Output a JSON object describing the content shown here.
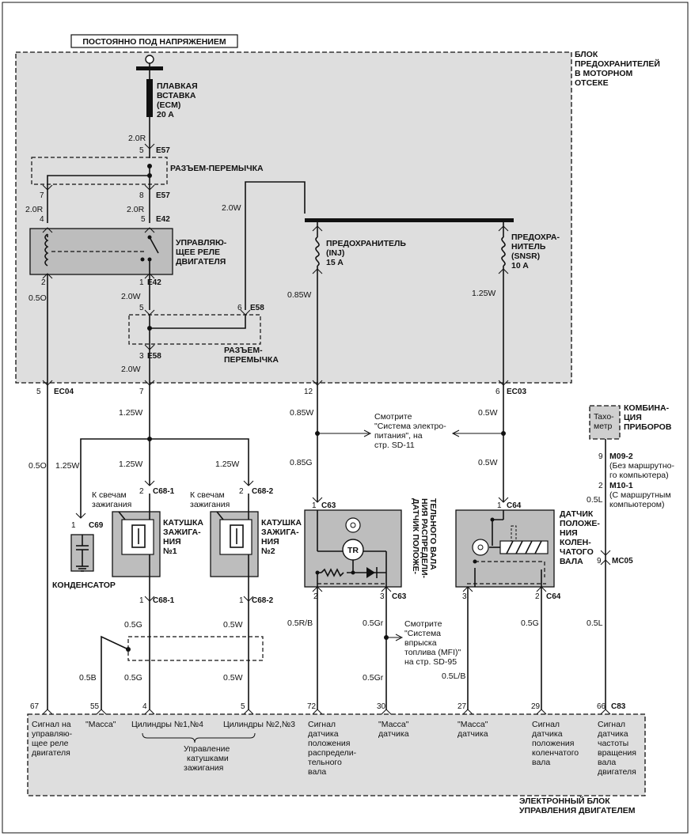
{
  "header_box": "ПОСТОЯННО ПОД НАПРЯЖЕНИЕМ",
  "fuse_box_label": [
    "БЛОК",
    "ПРЕДОХРАНИТЕЛЕЙ",
    "В МОТОРНОМ",
    "ОТСЕКЕ"
  ],
  "fusible_link": [
    "ПЛАВКАЯ",
    "ВСТАВКА",
    "(ECM)",
    "20 A"
  ],
  "jumper1_label": "РАЗЪЕМ-ПЕРЕМЫЧКА",
  "jumper2_label": [
    "РАЗЪЕМ-",
    "ПЕРЕМЫЧКА"
  ],
  "relay_label": [
    "УПРАВЛЯЮ-",
    "ЩЕЕ РЕЛЕ",
    "ДВИГАТЕЛЯ"
  ],
  "fuse_inj": [
    "ПРЕДОХРАНИТЕЛЬ",
    "(INJ)",
    "15 A"
  ],
  "fuse_snsr": [
    "ПРЕДОХРА-",
    "НИТЕЛЬ",
    "(SNSR)",
    "10 A"
  ],
  "see_power": [
    "Смотрите",
    "\"Система электро-",
    "питания\", на",
    "стр. SD-11"
  ],
  "see_mfi": [
    "Смотрите",
    "\"Система",
    "впрыска",
    "топлива (MFI)\"",
    "на стр. SD-95"
  ],
  "spark_plugs": [
    "К свечам",
    "зажигания"
  ],
  "coil1": [
    "КАТУШКА",
    "ЗАЖИГА-",
    "НИЯ",
    "№1"
  ],
  "coil2": [
    "КАТУШКА",
    "ЗАЖИГА-",
    "НИЯ",
    "№2"
  ],
  "condenser": "КОНДЕНСАТОР",
  "cam_sensor": [
    "ДАТЧИК ПОЛОЖЕ-",
    "НИЯ РАСПРЕДЕЛИ-",
    "ТЕЛЬНОГО ВАЛА"
  ],
  "crank_sensor": [
    "ДАТЧИК",
    "ПОЛОЖЕ-",
    "НИЯ",
    "КОЛЕН-",
    "ЧАТОГО",
    "ВАЛА"
  ],
  "cluster": [
    "КОМБИНА-",
    "ЦИЯ",
    "ПРИБОРОВ"
  ],
  "tacho": [
    "Taxo-",
    "метр"
  ],
  "m09": [
    "M09-2",
    "(Без маршрутно-",
    "го компьютера)"
  ],
  "m10": [
    "M10-1",
    "(С маршрутным",
    "компьютером)"
  ],
  "tr_label": "TR",
  "ecm_label": [
    "ЭЛЕКТРОННЫЙ БЛОК",
    "УПРАВЛЕНИЯ ДВИГАТЕЛЕМ"
  ],
  "ecm_terms": {
    "t67": [
      "Сигнал на",
      "управляю-",
      "щее реле",
      "двигателя"
    ],
    "t55": "\"Масса\"",
    "t4": "Цилиндры №1,№4",
    "t5": "Цилиндры №2,№3",
    "coil_ctrl": [
      "Управление",
      "катушками",
      "зажигания"
    ],
    "t72": [
      "Сигнал",
      "датчика",
      "положения",
      "распредели-",
      "тельного",
      "вала"
    ],
    "t30": [
      "\"Масса\"",
      "датчика"
    ],
    "t27": [
      "\"Масса\"",
      "датчика"
    ],
    "t29": [
      "Сигнал",
      "датчика",
      "положения",
      "коленчатого",
      "вала"
    ],
    "t66": [
      "Сигнал",
      "датчика",
      "частоты",
      "вращения",
      "вала",
      "двигателя"
    ]
  },
  "wires": {
    "w1": "2.0R",
    "w2": "2.0R",
    "w3": "2.0R",
    "w4": "2.0W",
    "w5": "0.5O",
    "w6": "2.0W",
    "w7": "2.0W",
    "w8": "0.85W",
    "w9": "1.25W",
    "w10": "1.25W",
    "w11": "0.85W",
    "w12": "0.5W",
    "w13": "0.5O",
    "w14": "1.25W",
    "w15": "1.25W",
    "w16": "1.25W",
    "w17": "0.85G",
    "w18": "0.5W",
    "w19": "0.5L",
    "w20": "0.5G",
    "w21": "0.5W",
    "w22": "0.5R/B",
    "w23": "0.5Gr",
    "w24": "0.5G",
    "w25": "0.5L",
    "w26": "0.5B",
    "w27": "0.5G",
    "w28": "0.5W",
    "w29": "0.5Gr",
    "w30": "0.5L/B"
  },
  "connectors": {
    "E57": "E57",
    "E42": "E42",
    "E58": "E58",
    "EC04": "EC04",
    "EC03": "EC03",
    "C69": "C69",
    "C68_1": "C68-1",
    "C68_2": "C68-2",
    "C63": "C63",
    "C64": "C64",
    "MC05": "MC05",
    "C83": "C83"
  },
  "pins": {
    "p5a": "5",
    "p7a": "7",
    "p8a": "8",
    "p4a": "4",
    "p5b": "5",
    "p2a": "2",
    "p1a": "1",
    "p5c": "5",
    "p6a": "6",
    "p3a": "3",
    "p5d": "5",
    "p7b": "7",
    "p12": "12",
    "p6b": "6",
    "p9a": "9",
    "p2m": "2",
    "p1b": "1",
    "p2b": "2",
    "p2c": "2",
    "p1c": "1",
    "p1d": "1",
    "p1e": "1",
    "p1f": "1",
    "p2d": "2",
    "p3b": "3",
    "p3c": "3",
    "p2e": "2",
    "p9b": "9",
    "p1g": "1",
    "p1h": "1",
    "e67": "67",
    "e55": "55",
    "e4": "4",
    "e5": "5",
    "e72": "72",
    "e30": "30",
    "e27": "27",
    "e29": "29",
    "e66": "66"
  }
}
